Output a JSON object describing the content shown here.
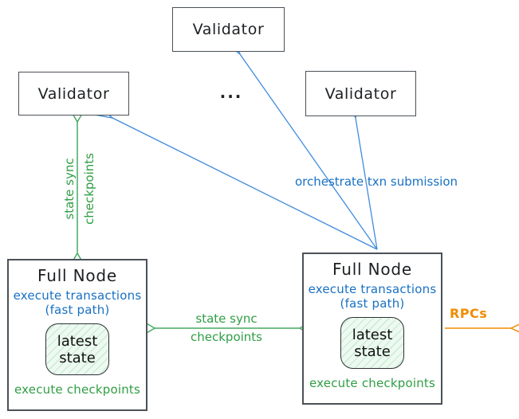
{
  "diagram": {
    "validators": {
      "top": {
        "label": "Validator"
      },
      "left": {
        "label": "Validator"
      },
      "right": {
        "label": "Validator"
      },
      "ellipsis": "..."
    },
    "full_nodes": {
      "left": {
        "title": "Full Node",
        "exec_line1": "execute transactions",
        "exec_line2": "(fast path)",
        "state_line1": "latest",
        "state_line2": "state",
        "footer": "execute checkpoints"
      },
      "right": {
        "title": "Full Node",
        "exec_line1": "execute transactions",
        "exec_line2": "(fast path)",
        "state_line1": "latest",
        "state_line2": "state",
        "footer": "execute checkpoints"
      }
    },
    "arrow_labels": {
      "validator_sync_line1": "state sync",
      "validator_sync_line2": "checkpoints",
      "node_sync_line1": "state sync",
      "node_sync_line2": "checkpoints",
      "orchestrate": "orchestrate txn submission",
      "rpcs": "RPCs"
    },
    "colors": {
      "green": "#2f9e44",
      "blue": "#1971c2",
      "orange": "#f08c00",
      "box_border": "#4b5157",
      "state_fill": "#eefaf1",
      "state_hatch": "#cdeed8"
    }
  }
}
